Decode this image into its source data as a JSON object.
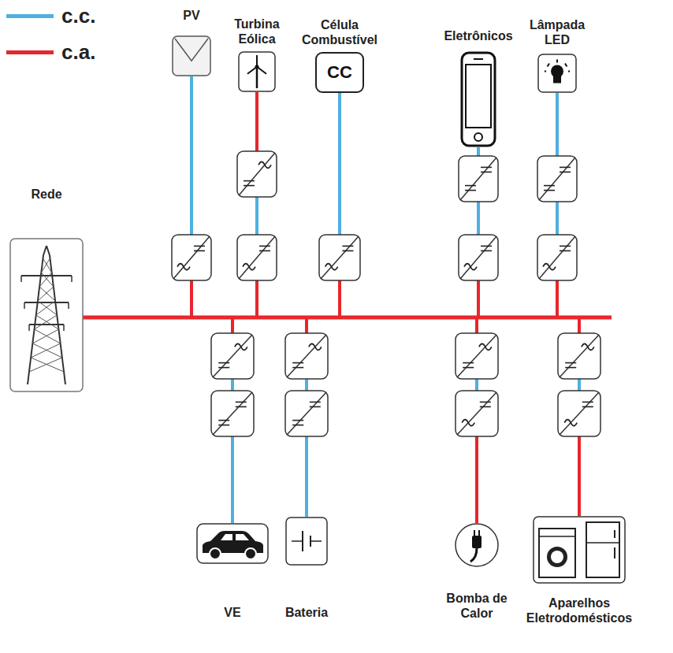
{
  "diagram": {
    "nodes": [
      {
        "text": [
          "PV"
        ]
      },
      {
        "text": [
          "Turbina Eólica"
        ]
      },
      {
        "text": [
          "Célula Combustível",
          "CC"
        ]
      },
      {
        "text": [
          "Eletrônicos"
        ]
      },
      {
        "text": [
          "Lâmpada LED"
        ]
      },
      {
        "text": [
          "Rede"
        ]
      },
      {
        "text": [
          "VE"
        ]
      },
      {
        "text": [
          "Bateria"
        ]
      },
      {
        "text": [
          "Bomba de Calor"
        ]
      },
      {
        "text": [
          "Aparelhos Eletrodomésticos"
        ]
      }
    ],
    "legend": [
      {
        "text": "c.c.",
        "color": "#4fb0e0"
      },
      {
        "text": "c.a.",
        "color": "#e8262b"
      }
    ]
  }
}
